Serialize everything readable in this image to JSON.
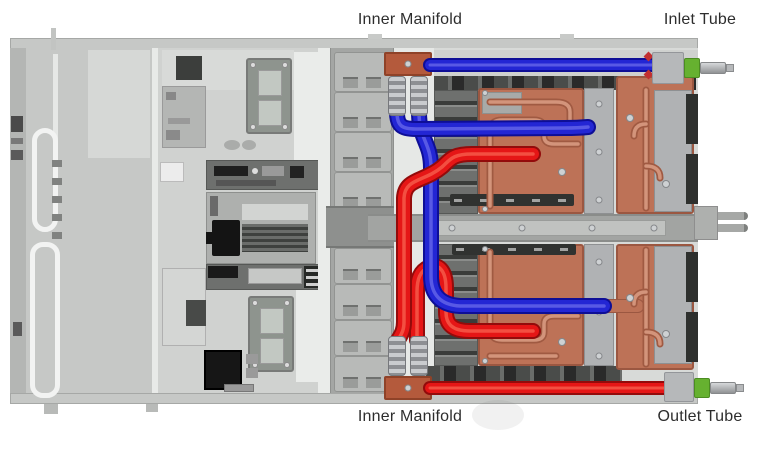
{
  "labels": {
    "inner_manifold_top": "Inner Manifold",
    "inlet_tube": "Inlet Tube",
    "inner_manifold_bottom": "Inner Manifold",
    "outlet_tube": "Outlet Tube"
  },
  "colors": {
    "coolant_cold_blue": "#2326d4",
    "coolant_hot_red": "#e51616",
    "cold_plate_copper": "#bd7257",
    "manifold_block": "#b45a3c",
    "quick_disconnect_green": "#66b130",
    "chassis_gray": "#dfe1df"
  }
}
